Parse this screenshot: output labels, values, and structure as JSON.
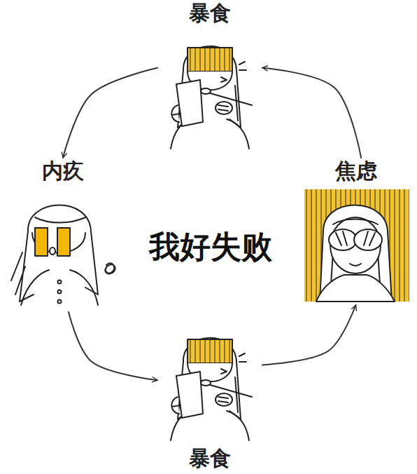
{
  "diagram": {
    "nodes": [
      {
        "text": [
          "暴食"
        ]
      },
      {
        "text": [
          "内疚"
        ]
      },
      {
        "text": [
          "焦虑"
        ]
      },
      {
        "text": [
          "暴食"
        ]
      }
    ],
    "edges": [
      {
        "from": 0,
        "to": 1,
        "arrow": "to"
      },
      {
        "from": 1,
        "to": 3,
        "arrow": "to"
      },
      {
        "from": 3,
        "to": 2,
        "arrow": "to"
      },
      {
        "from": 2,
        "to": 0,
        "arrow": "to"
      }
    ],
    "labels": [
      "我好失败"
    ]
  }
}
